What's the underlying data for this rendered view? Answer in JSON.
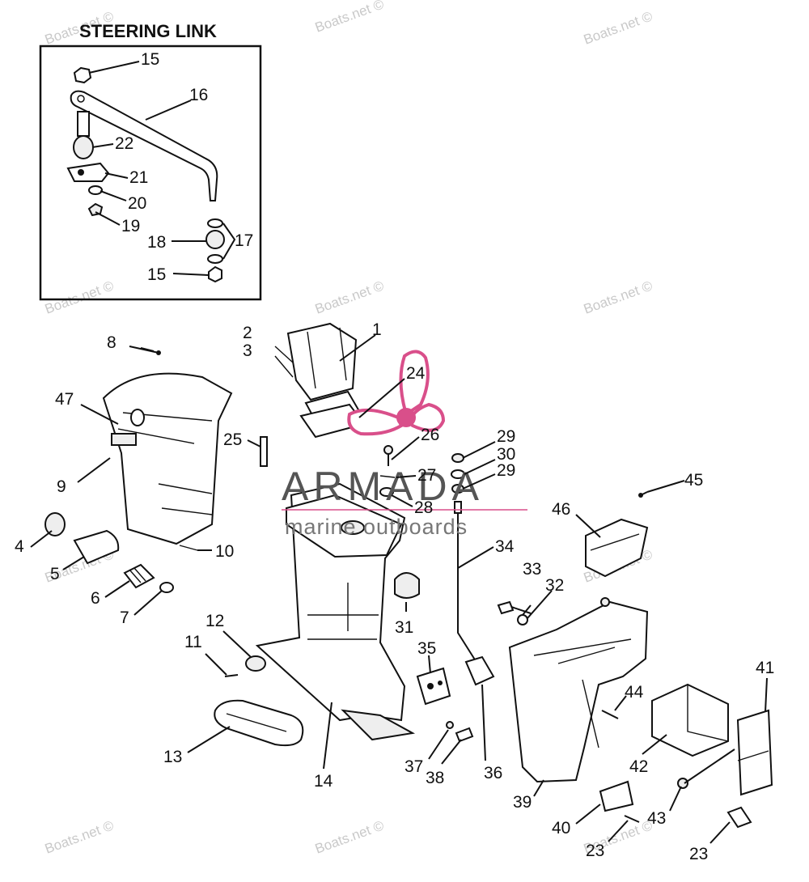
{
  "inset": {
    "title": "STEERING LINK"
  },
  "watermark": {
    "text": "Boats.net ©"
  },
  "logo": {
    "brand": "ARMADA",
    "tagline": "marine outboards",
    "color": "#d94f8a"
  },
  "callouts": [
    "1",
    "2",
    "3",
    "4",
    "5",
    "6",
    "7",
    "8",
    "9",
    "10",
    "11",
    "12",
    "13",
    "14",
    "15",
    "15",
    "16",
    "17",
    "18",
    "19",
    "20",
    "21",
    "22",
    "23",
    "23",
    "24",
    "25",
    "26",
    "27",
    "28",
    "29",
    "29",
    "30",
    "31",
    "32",
    "33",
    "34",
    "35",
    "36",
    "37",
    "38",
    "39",
    "40",
    "41",
    "42",
    "43",
    "44",
    "45",
    "46",
    "47"
  ]
}
